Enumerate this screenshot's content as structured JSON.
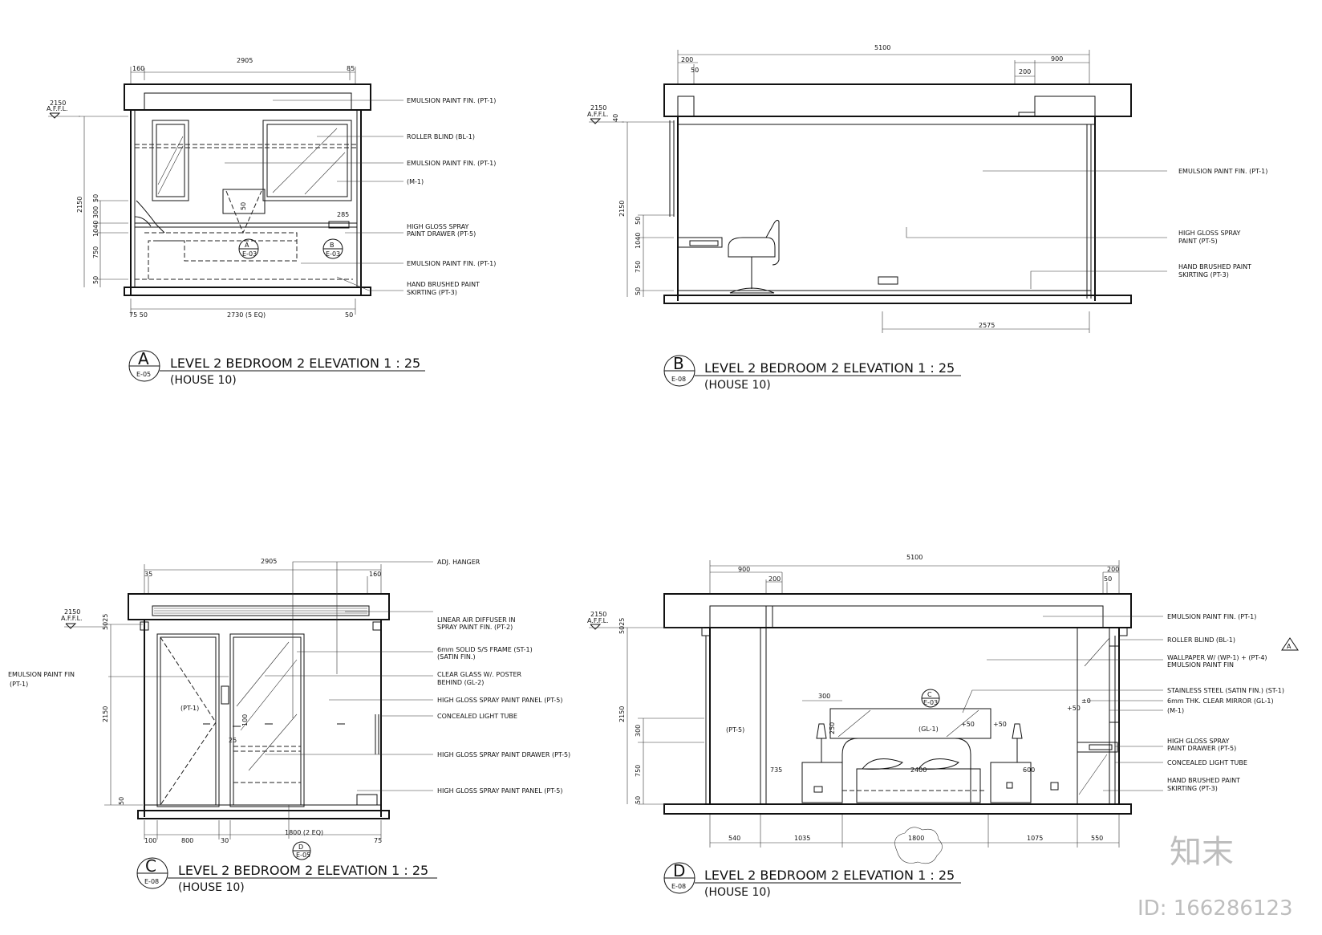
{
  "drawings": {
    "A": {
      "title": "LEVEL 2 BEDROOM 2 ELEVATION 1 : 25",
      "house": "(HOUSE 10)",
      "tag_letter": "A",
      "tag_ref": "E-05",
      "labels": [
        "EMULSION PAINT FIN. (PT-1)",
        "ROLLER BLIND (BL-1)",
        "EMULSION PAINT FIN. (PT-1)",
        "(M-1)",
        "HIGH GLOSS SPRAY",
        "PAINT DRAWER (PT-5)",
        "EMULSION PAINT FIN. (PT-1)",
        "HAND BRUSHED PAINT",
        "SKIRTING (PT-3)"
      ],
      "dims": {
        "top_total": "2905",
        "top_left": "160",
        "top_right": "85",
        "bottom": "2730 (5 EQ)",
        "bottom_left": "75 50",
        "bottom_right": "50",
        "h_total": "2150",
        "h1": "300",
        "h2": "1040",
        "h3": "750",
        "h4": "50",
        "h5": "50",
        "h6": "285",
        "h7": "50",
        "level": "2150",
        "afl": "A.F.F.L."
      },
      "callouts": [
        {
          "letter": "A",
          "ref": "E-03"
        },
        {
          "letter": "B",
          "ref": "E-03"
        }
      ]
    },
    "B": {
      "title": "LEVEL 2 BEDROOM 2 ELEVATION 1 : 25",
      "house": "(HOUSE 10)",
      "tag_letter": "B",
      "tag_ref": "E-08",
      "labels": [
        "EMULSION PAINT FIN. (PT-1)",
        "HIGH GLOSS SPRAY",
        "PAINT (PT-5)",
        "HAND BRUSHED PAINT",
        "SKIRTING (PT-3)"
      ],
      "dims": {
        "top_total": "5100",
        "top_left": "200",
        "top_left2": "50",
        "top_right": "900",
        "top_right2": "200",
        "bottom": "2575",
        "h_total": "2150",
        "h1": "50",
        "h2": "1040",
        "h3": "750",
        "h4": "50",
        "h5": "40",
        "level": "2150",
        "afl": "A.F.F.L."
      }
    },
    "C": {
      "title": "LEVEL 2 BEDROOM 2 ELEVATION 1 : 25",
      "house": "(HOUSE 10)",
      "tag_letter": "C",
      "tag_ref": "E-08",
      "labels": [
        "ADJ. HANGER",
        "LINEAR AIR DIFFUSER IN",
        "SPRAY PAINT FIN. (PT-2)",
        "6mm SOLID S/S FRAME (ST-1)",
        "(SATIN FIN.)",
        "CLEAR GLASS W/. POSTER",
        "BEHIND (GL-2)",
        "HIGH GLOSS SPRAY PAINT PANEL (PT-5)",
        "CONCEALED LIGHT TUBE",
        "HIGH GLOSS SPRAY PAINT DRAWER (PT-5)",
        "HIGH GLOSS SPRAY PAINT PANEL (PT-5)",
        "EMULSION PAINT FIN",
        "(PT-1)",
        "(PT-1)"
      ],
      "dims": {
        "top_total": "2905",
        "top_left": "35",
        "top_right": "160",
        "bottom_1": "100",
        "bottom_2": "800",
        "bottom_3": "30",
        "bottom_4": "1800 (2 EQ)",
        "bottom_5": "75",
        "h_total": "2150",
        "h1": "5025",
        "h2": "50",
        "h3": "100",
        "h4": "25",
        "level": "2150",
        "afl": "A.F.F.L."
      },
      "callouts": [
        {
          "letter": "D",
          "ref": "E-05"
        }
      ]
    },
    "D": {
      "title": "LEVEL 2 BEDROOM 2 ELEVATION 1 : 25",
      "house": "(HOUSE 10)",
      "tag_letter": "D",
      "tag_ref": "E-08",
      "labels": [
        "EMULSION PAINT FIN. (PT-1)",
        "ROLLER BLIND (BL-1)",
        "WALLPAPER W/ (WP-1) + (PT-4)",
        "EMULSION PAINT FIN",
        "STAINLESS STEEL (SATIN FIN.) (ST-1)",
        "6mm THK. CLEAR MIRROR (GL-1)",
        "(M-1)",
        "HIGH GLOSS SPRAY",
        "PAINT DRAWER (PT-5)",
        "CONCEALED LIGHT TUBE",
        "HAND BRUSHED PAINT",
        "SKIRTING (PT-3)",
        "(PT-5)",
        "(GL-1)"
      ],
      "dims": {
        "top_total": "5100",
        "top_left": "900",
        "top_left2": "200",
        "top_right": "200",
        "top_right2": "50",
        "b1": "540",
        "b2": "1035",
        "b3": "1800",
        "b4": "1075",
        "b5": "550",
        "h_total": "2150",
        "h1": "5025",
        "h2": "300",
        "h3": "750",
        "h4": "50",
        "h5": "250",
        "w1": "300",
        "w2": "735",
        "w3": "2400",
        "w4": "600",
        "p1": "+50",
        "p2": "±0",
        "p3": "+50",
        "p4": "+50",
        "level": "2150",
        "afl": "A.F.F.L."
      },
      "callouts": [
        {
          "letter": "C",
          "ref": "E-03"
        }
      ],
      "rev_mark": "A"
    }
  },
  "watermark": {
    "logo": "知末",
    "id": "ID: 166286123"
  }
}
